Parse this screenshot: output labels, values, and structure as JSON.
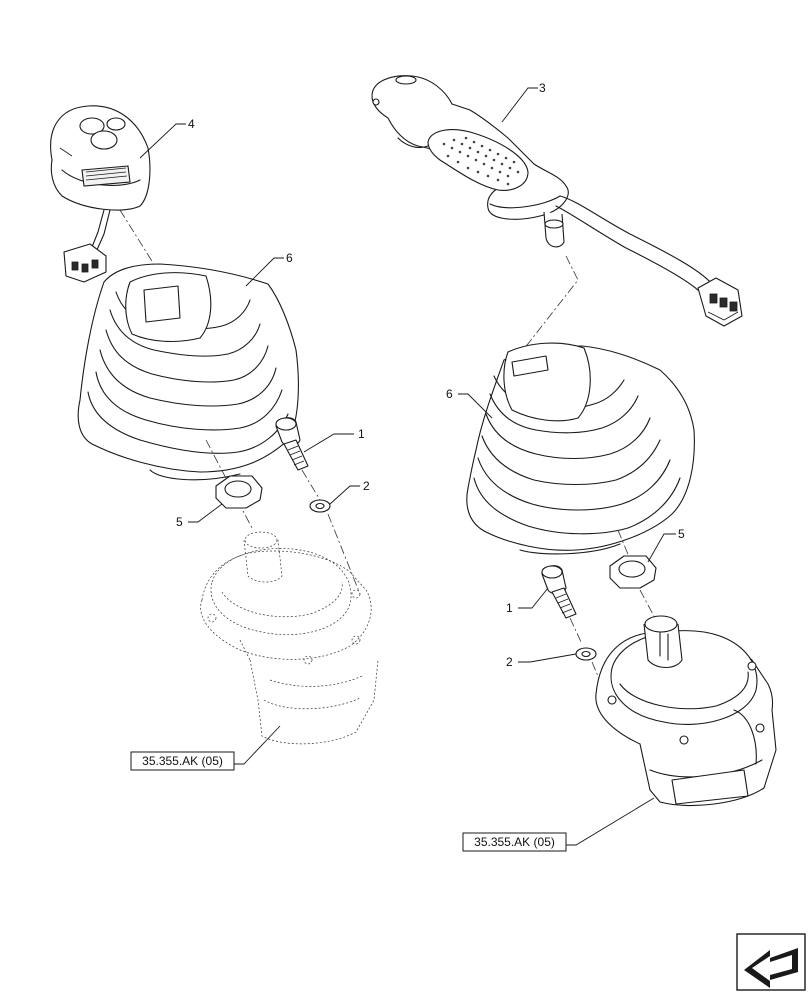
{
  "callouts": {
    "c1_left": "1",
    "c2_left": "2",
    "c3": "3",
    "c4": "4",
    "c5_left": "5",
    "c6_left": "6",
    "c6_right": "6",
    "c5_right": "5",
    "c1_right": "1",
    "c2_right": "2"
  },
  "references": {
    "left": "35.355.AK (05)",
    "right": "35.355.AK (05)"
  },
  "icons": {
    "navigation": "arrow-nav-icon"
  }
}
